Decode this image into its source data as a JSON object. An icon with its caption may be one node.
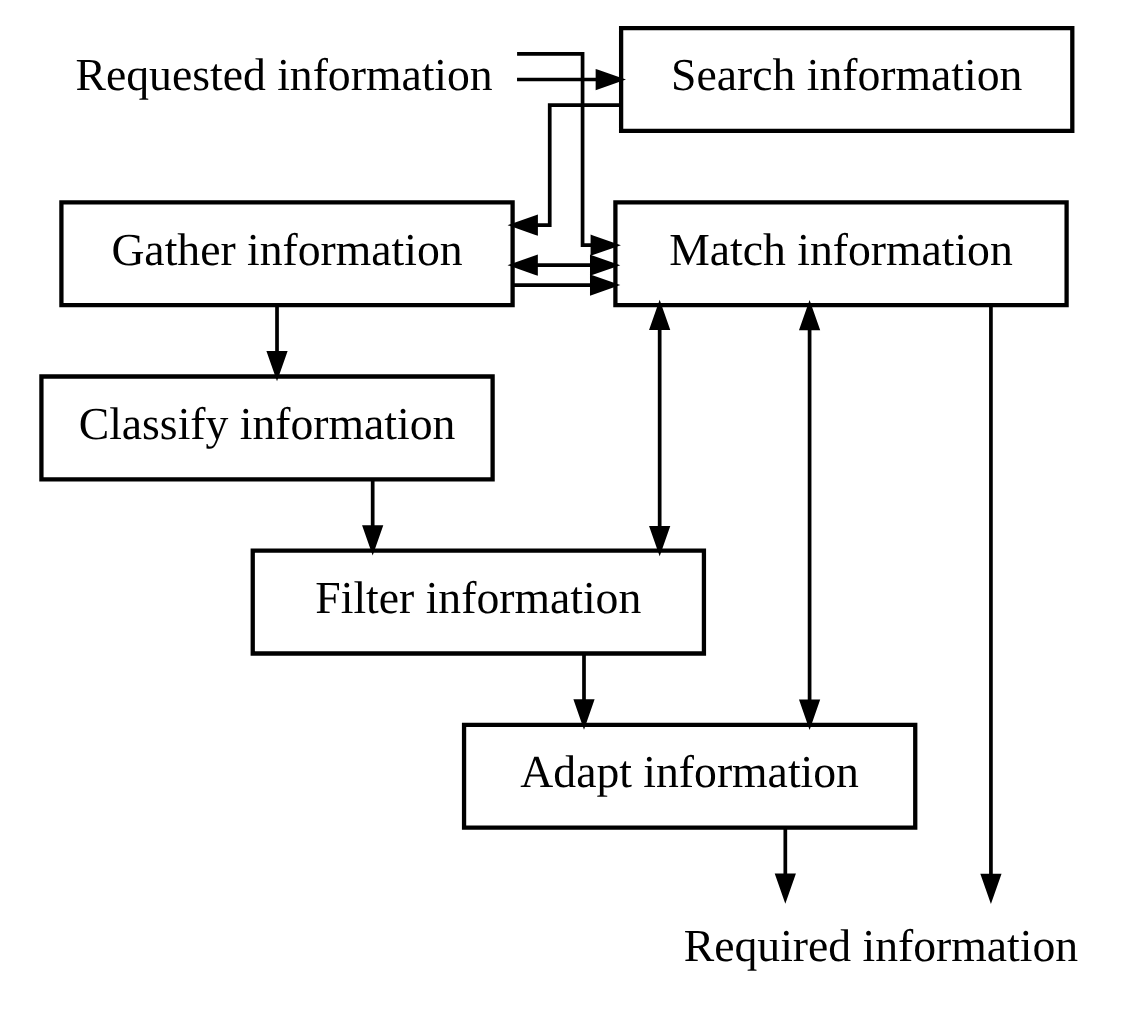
{
  "diagram": {
    "nodes": [
      {
        "text": [
          "Requested information"
        ]
      },
      {
        "text": [
          "Search information"
        ]
      },
      {
        "text": [
          "Gather information"
        ]
      },
      {
        "text": [
          "Classify information"
        ]
      },
      {
        "text": [
          "Filter information"
        ]
      },
      {
        "text": [
          "Adapt information"
        ]
      },
      {
        "text": [
          "Match information"
        ]
      },
      {
        "text": [
          "Required information"
        ]
      }
    ],
    "edges": [
      {
        "from": 0,
        "to": 1,
        "arrow": "to"
      },
      {
        "from": 0,
        "to": 6,
        "arrow": "to"
      },
      {
        "from": 1,
        "to": 2,
        "arrow": "to"
      },
      {
        "from": 2,
        "to": 6,
        "arrow": "both"
      },
      {
        "from": 2,
        "to": 3,
        "arrow": "to"
      },
      {
        "from": 2,
        "to": 6,
        "arrow": "to"
      },
      {
        "from": 3,
        "to": 4,
        "arrow": "to"
      },
      {
        "from": 4,
        "to": 6,
        "arrow": "both"
      },
      {
        "from": 4,
        "to": 5,
        "arrow": "to"
      },
      {
        "from": 5,
        "to": 6,
        "arrow": "both"
      },
      {
        "from": 5,
        "to": 7,
        "arrow": "to"
      },
      {
        "from": 6,
        "to": 7,
        "arrow": "to"
      }
    ]
  }
}
